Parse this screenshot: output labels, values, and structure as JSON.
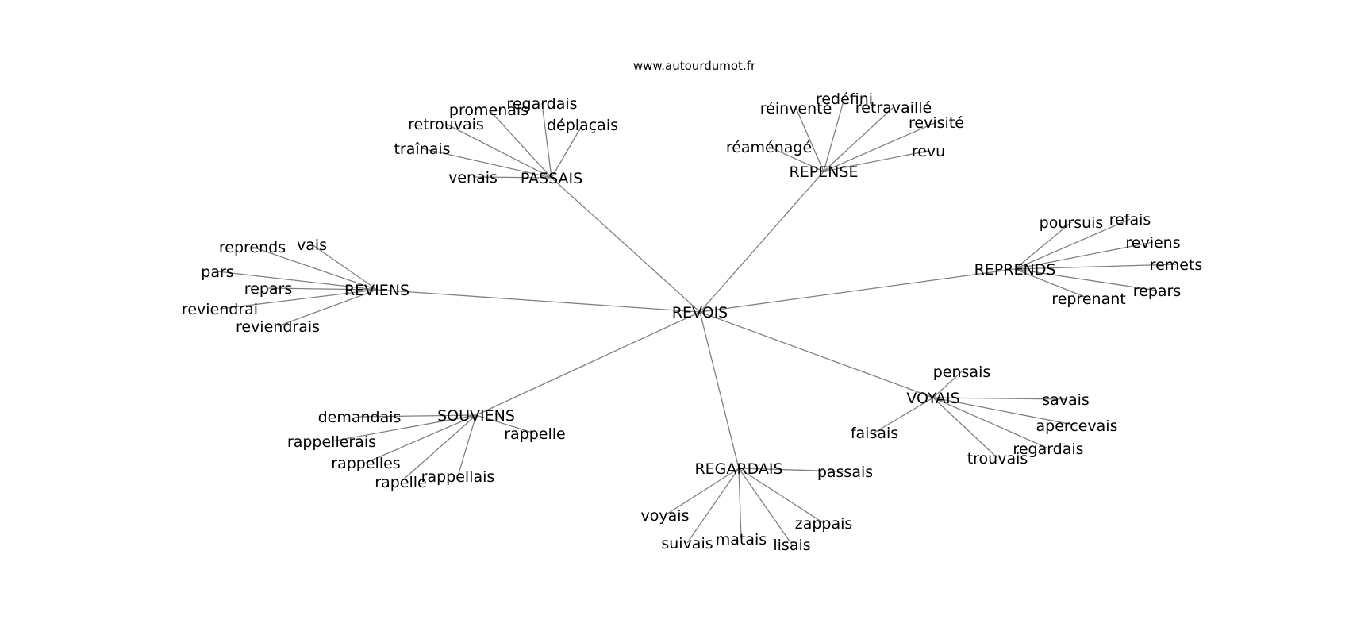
{
  "header": {
    "site": "www.autourdumot.fr"
  },
  "graph": {
    "center": "REVOIS",
    "hubs": [
      {
        "id": "passais",
        "label": "PASSAIS",
        "leaves": [
          "venais",
          "traînais",
          "retrouvais",
          "promenais",
          "regardais",
          "déplaçais"
        ]
      },
      {
        "id": "repense",
        "label": "REPENSE",
        "leaves": [
          "réaménagé",
          "réinventé",
          "redéfini",
          "retravaillé",
          "revisité",
          "revu"
        ]
      },
      {
        "id": "reprends",
        "label": "REPRENDS",
        "leaves": [
          "poursuis",
          "refais",
          "reviens",
          "remets",
          "repars",
          "reprenant"
        ]
      },
      {
        "id": "voyais",
        "label": "VOYAIS",
        "leaves": [
          "pensais",
          "savais",
          "apercevais",
          "regardais",
          "trouvais",
          "faisais"
        ]
      },
      {
        "id": "regardais",
        "label": "REGARDAIS",
        "leaves": [
          "passais",
          "zappais",
          "lisais",
          "matais",
          "suivais",
          "voyais"
        ]
      },
      {
        "id": "souviens",
        "label": "SOUVIENS",
        "leaves": [
          "demandais",
          "rappellerais",
          "rappelles",
          "rapelle",
          "rappellais",
          "rappelle"
        ]
      },
      {
        "id": "reviens",
        "label": "REVIENS",
        "leaves": [
          "vais",
          "reprends",
          "pars",
          "repars",
          "reviendrai",
          "reviendrais"
        ]
      }
    ]
  }
}
